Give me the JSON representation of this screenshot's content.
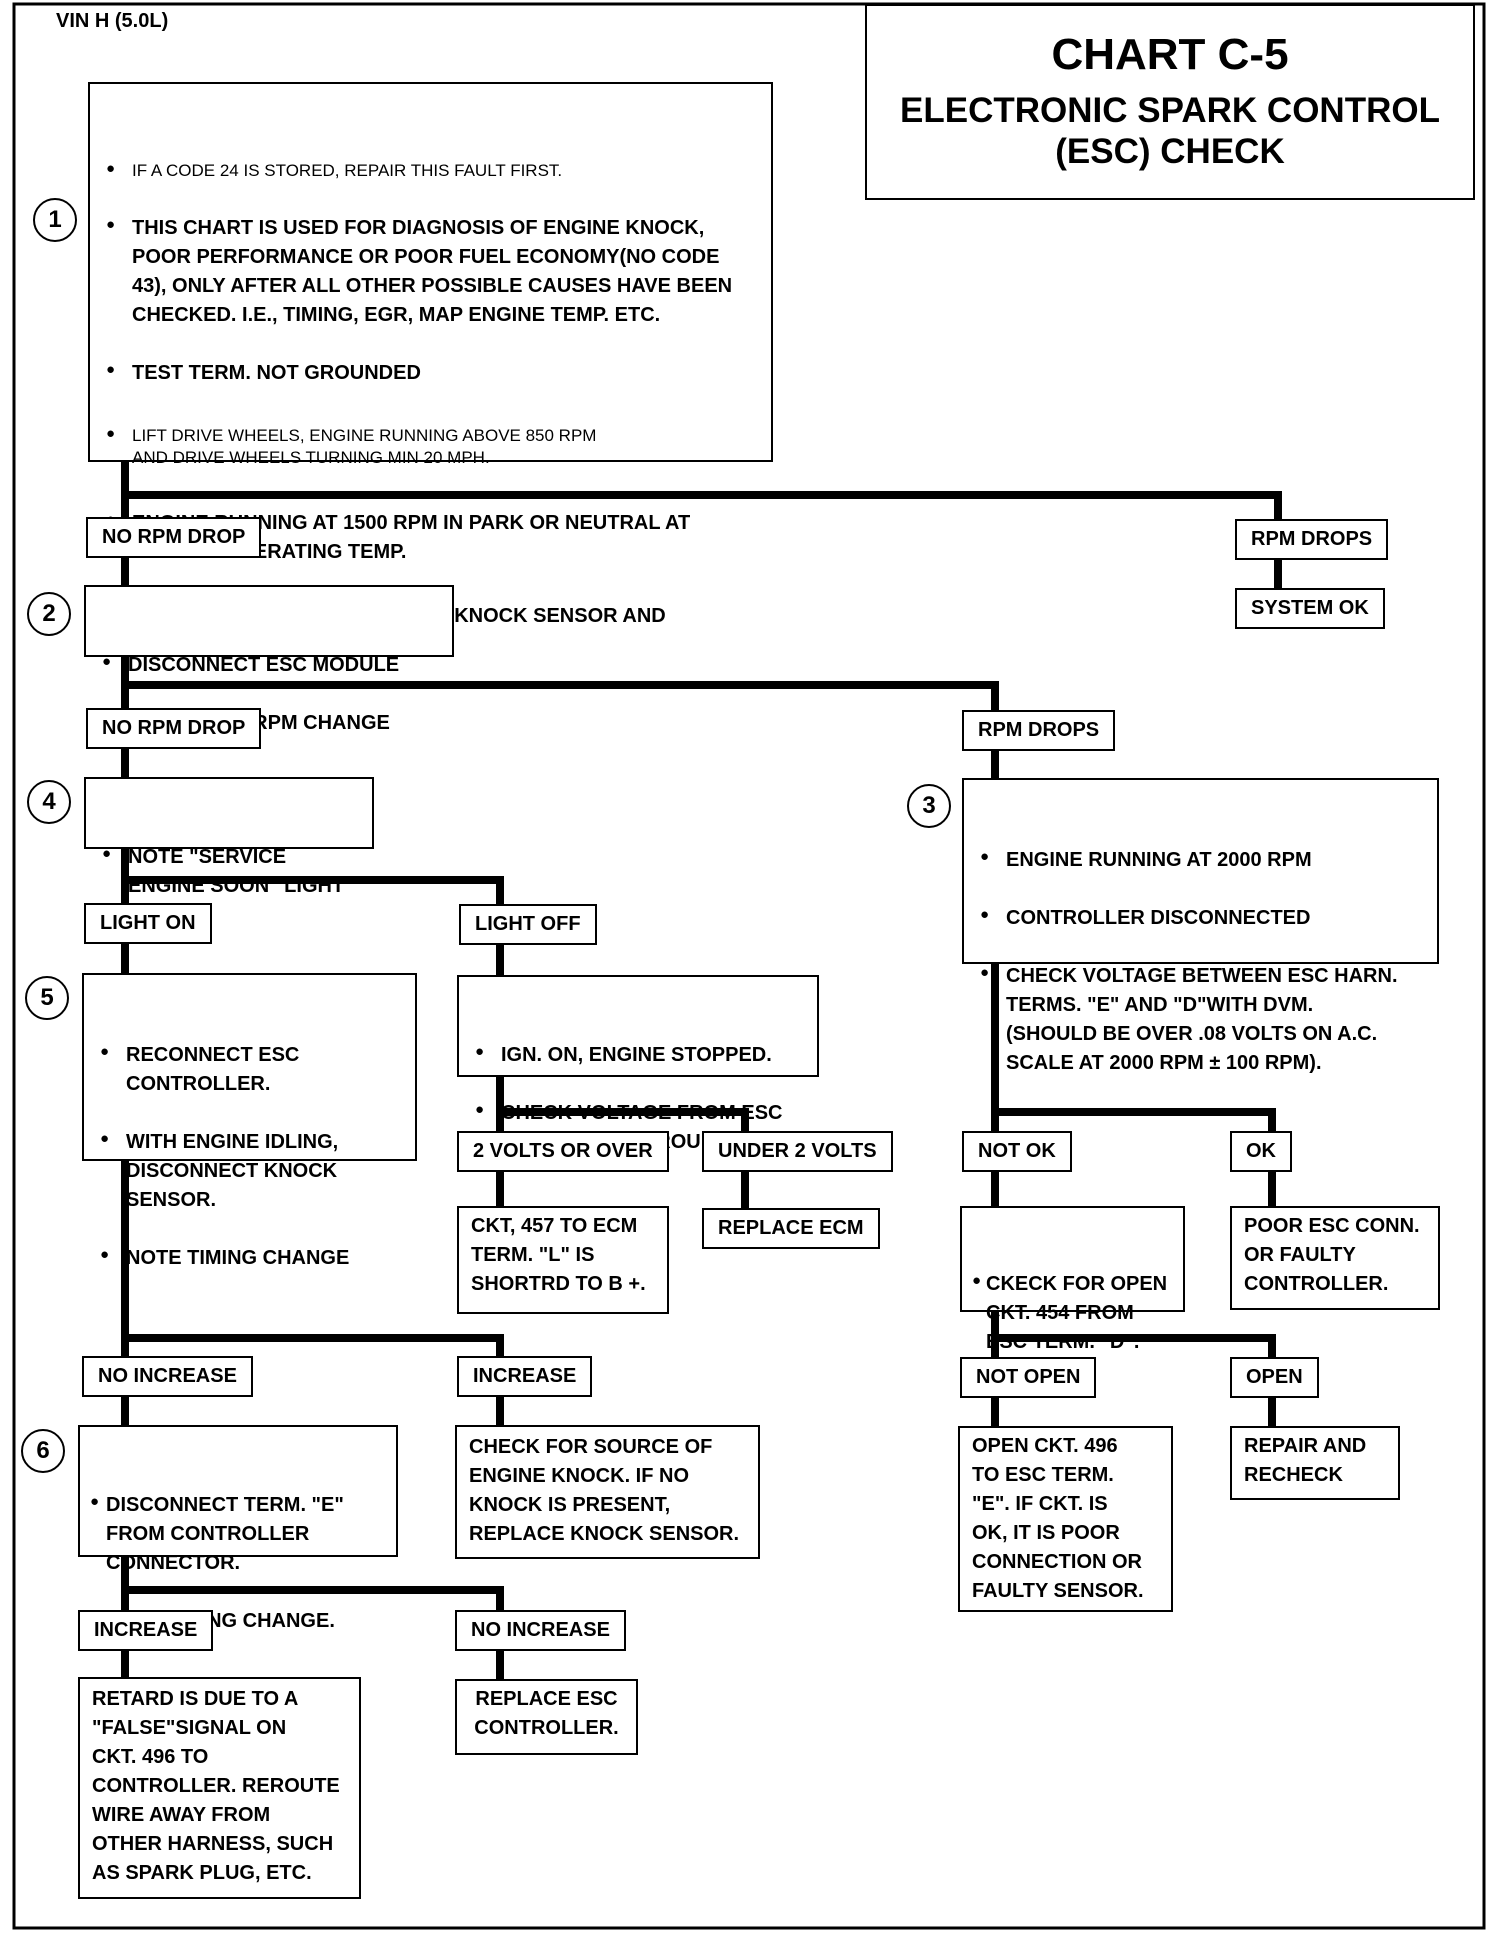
{
  "vin": "VIN H (5.0L)",
  "title": {
    "chart": "CHART C-5",
    "subtitle": "ELECTRONIC SPARK CONTROL\n(ESC) CHECK"
  },
  "step_numbers": [
    "1",
    "2",
    "3",
    "4",
    "5",
    "6"
  ],
  "step1": {
    "items": [
      "IF A CODE 24 IS STORED, REPAIR THIS FAULT FIRST.",
      "THIS CHART IS USED FOR DIAGNOSIS OF ENGINE KNOCK,\nPOOR PERFORMANCE OR POOR FUEL ECONOMY(NO CODE\n43), ONLY AFTER ALL OTHER POSSIBLE CAUSES HAVE BEEN\nCHECKED. I.E., TIMING, EGR, MAP ENGINE TEMP. ETC.",
      "TEST TERM. NOT GROUNDED",
      "LIFT DRIVE WHEELS, ENGINE RUNNING ABOVE 850 RPM\nAND DRIVE WHEELS TURNING MIN 20 MPH.",
      "ENGINE RUNNING AT 1500 RPM IN PARK OR NEUTRAL AT\nNORMAL OPERATING TEMP.",
      "TAP ENGINE BLOCK IN AREA OF KNOCK SENSOR AND\nWATCH FOR RPM DROP."
    ]
  },
  "labels": {
    "no_rpm_drop_1": "NO RPM DROP",
    "rpm_drops_1": "RPM DROPS",
    "system_ok": "SYSTEM OK",
    "no_rpm_drop_2": "NO RPM DROP",
    "rpm_drops_2": "RPM DROPS",
    "light_on": "LIGHT ON",
    "light_off": "LIGHT OFF",
    "two_volts_or_over": "2 VOLTS OR OVER",
    "under_2_volts": "UNDER 2 VOLTS",
    "replace_ecm": "REPLACE ECM",
    "not_ok": "NOT OK",
    "ok": "OK",
    "no_increase_1": "NO INCREASE",
    "increase_1": "INCREASE",
    "not_open": "NOT OPEN",
    "open": "OPEN",
    "increase_2": "INCREASE",
    "no_increase_2": "NO INCREASE"
  },
  "step2": {
    "items": [
      "DISCONNECT ESC MODULE",
      "WATCH FOR RPM CHANGE"
    ]
  },
  "step3": {
    "items": [
      "ENGINE RUNNING AT 2000 RPM",
      "CONTROLLER DISCONNECTED",
      "CHECK VOLTAGE BETWEEN ESC HARN.\nTERMS. \"E\" AND \"D\"WITH DVM.\n(SHOULD BE OVER .08 VOLTS ON A.C.\nSCALE AT 2000 RPM ± 100 RPM)."
    ]
  },
  "step4": {
    "items": [
      "NOTE \"SERVICE\nENGINE SOON\" LIGHT"
    ]
  },
  "step5": {
    "items": [
      "RECONNECT ESC\nCONTROLLER.",
      "WITH ENGINE IDLING,\nDISCONNECT KNOCK\nSENSOR.",
      "NOTE TIMING CHANGE"
    ]
  },
  "step6": {
    "items": [
      "DISCONNECT TERM. \"E\"\nFROM CONTROLLER\nCONNECTOR.",
      "NOTE TIMING CHANGE."
    ]
  },
  "light_off_box": {
    "items": [
      "IGN. ON, ENGINE STOPPED.",
      "CHECK VOLTAGE FROM ESC\nTERM. \"C\" TO GROUND."
    ]
  },
  "ckt457": "CKT, 457 TO ECM\nTERM. \"L\" IS\nSHORTRD TO B +.",
  "check_open": {
    "items": [
      "CKECK FOR OPEN\nCKT. 454 FROM\nESC TERM. \"D\"."
    ]
  },
  "poor_esc": "POOR ESC CONN.\nOR FAULTY\nCONTROLLER.",
  "check_knock_source": "CHECK FOR SOURCE OF\nENGINE KNOCK.  IF NO\nKNOCK IS PRESENT,\nREPLACE KNOCK SENSOR.",
  "open_ckt496": "OPEN CKT. 496\nTO ESC TERM.\n\"E\".  IF CKT. IS\nOK, IT IS POOR\nCONNECTION OR\nFAULTY SENSOR.",
  "repair_recheck": "REPAIR AND\nRECHECK",
  "retard_false": "RETARD IS DUE TO A\n\"FALSE\"SIGNAL ON\nCKT. 496 TO\nCONTROLLER.  REROUTE\nWIRE AWAY FROM\nOTHER HARNESS, SUCH\nAS SPARK PLUG, ETC.",
  "replace_esc": "REPLACE ESC\nCONTROLLER."
}
